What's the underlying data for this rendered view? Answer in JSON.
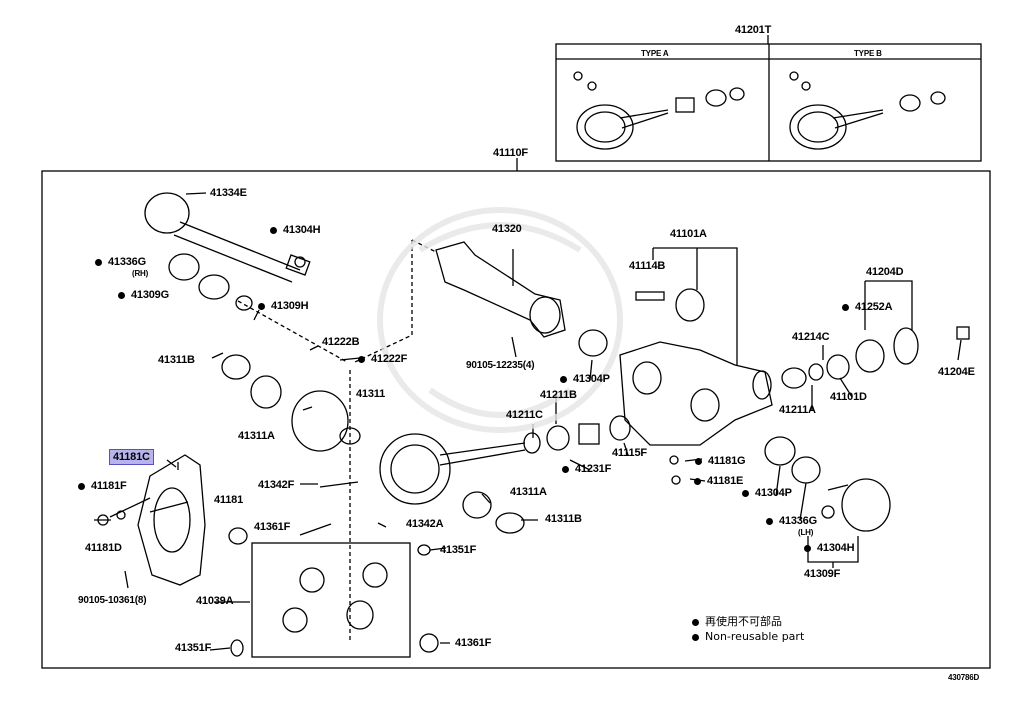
{
  "diagram_id": "430786D",
  "assembly_label": "41110F",
  "kit": {
    "label": "41201T",
    "type_a": "TYPE A",
    "type_b": "TYPE B"
  },
  "highlighted": "41181C",
  "labels": {
    "l41334E": "41334E",
    "l41304H_top": "41304H",
    "l41336G": "41336G",
    "l41336G_side": "(RH)",
    "l41309G": "41309G",
    "l41309H": "41309H",
    "l41320": "41320",
    "l90105_12235": "90105-12235(4)",
    "l41101A": "41101A",
    "l41114B": "41114B",
    "l41204D": "41204D",
    "l41252A": "41252A",
    "l41214C": "41214C",
    "l41204E": "41204E",
    "l41222B": "41222B",
    "l41222F": "41222F",
    "l41311B_left": "41311B",
    "l41311": "41311",
    "l41311A_left": "41311A",
    "l41304P_mid": "41304P",
    "l41211B": "41211B",
    "l41211C": "41211C",
    "l41231F": "41231F",
    "l41115F": "41115F",
    "l41211A": "41211A",
    "l41101D": "41101D",
    "l41181G": "41181G",
    "l41181E": "41181E",
    "l41304P_right": "41304P",
    "l41336G_lh": "41336G",
    "l41336G_lh_side": "(LH)",
    "l41304H_bottom": "41304H",
    "l41309F": "41309F",
    "l41181F": "41181F",
    "l41181": "41181",
    "l41181D": "41181D",
    "l41342F": "41342F",
    "l41342A": "41342A",
    "l41311A_bottom": "41311A",
    "l41311B_bottom": "41311B",
    "l41361F_left": "41361F",
    "l41351F_right": "41351F",
    "l90105_10361": "90105-10361(8)",
    "l41039A": "41039A",
    "l41351F_bottom": "41351F",
    "l41361F_bottom": "41361F"
  },
  "legend": {
    "jp": "再使用不可部品",
    "en": "Non-reusable part"
  }
}
